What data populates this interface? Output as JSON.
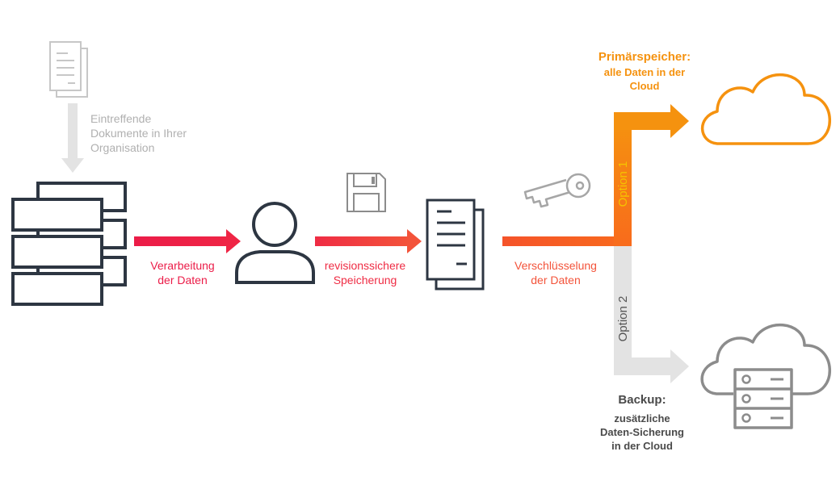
{
  "colors": {
    "icon_dark": "#2d3642",
    "icon_gray": "#8c8c8c",
    "text_gray": "#b0b0b0",
    "red": "#eb1c48",
    "red_orange": "#f3533a",
    "orange": "#f86b1c",
    "amber": "#f5920f",
    "yellow_text": "#f5c200",
    "light_gray": "#e3e3e3",
    "option2_text": "#555555"
  },
  "labels": {
    "incoming_docs": "Eintreffende\nDokumente in Ihrer\nOrganisation",
    "processing": "Verarbeitung\nder Daten",
    "storage": "revisionssichere\nSpeicherung",
    "encryption": "Verschlüsselung\nder Daten",
    "option1": "Option 1",
    "option2": "Option 2",
    "primary_title": "Primärspeicher:",
    "primary_sub": "alle Daten in der\nCloud",
    "backup_title": "Backup:",
    "backup_sub": "zusätzliche\nDaten-Sicherung\nin der Cloud"
  },
  "icons": [
    "document-stack-icon",
    "server-stack-icon",
    "user-icon",
    "floppy-disk-icon",
    "document-icon",
    "key-icon",
    "cloud-icon",
    "cloud-server-icon"
  ]
}
